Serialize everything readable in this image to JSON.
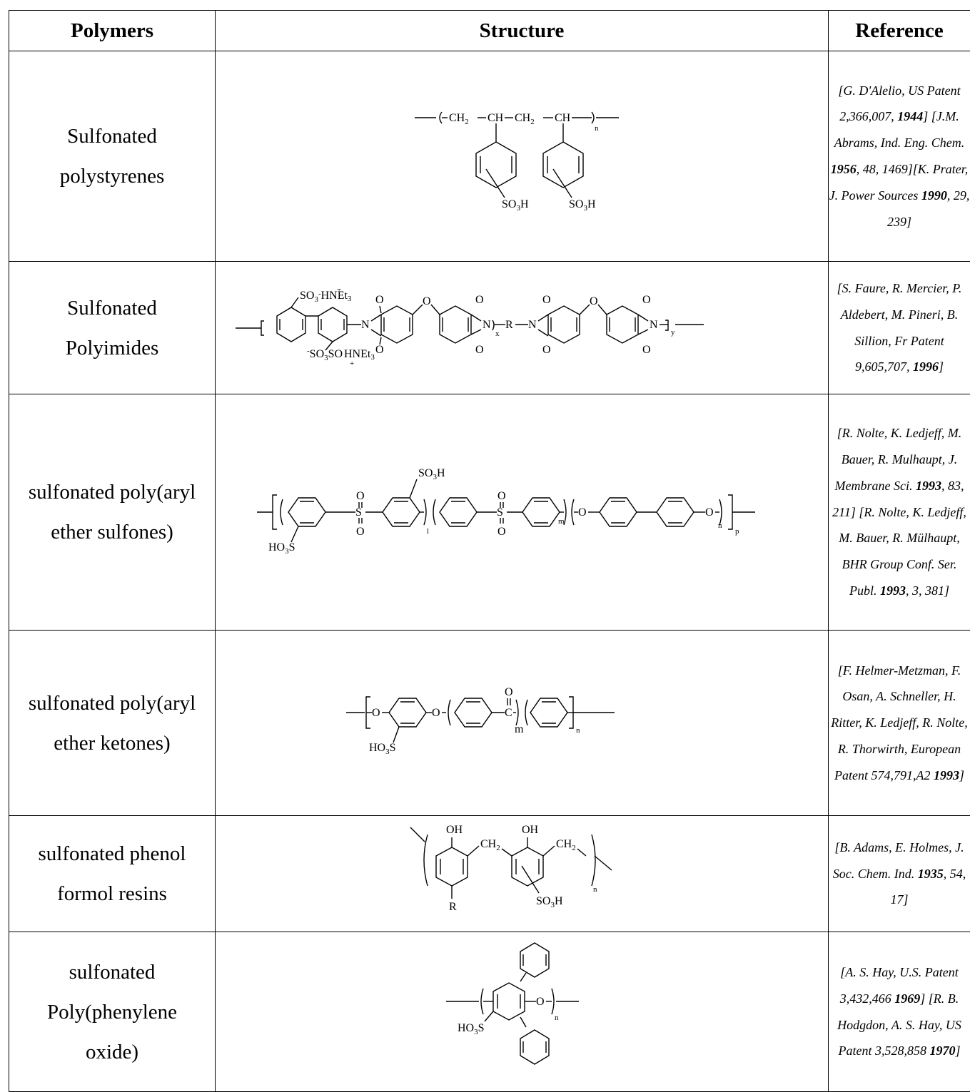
{
  "headers": {
    "polymers": "Polymers",
    "structure": "Structure",
    "reference": "Reference"
  },
  "rows": [
    {
      "name": [
        "Sulfonated",
        "polystyrenes"
      ],
      "ref": [
        {
          "t": "[G. D'Alelio, US Patent 2,366,007, "
        },
        {
          "t": "1944",
          "b": true
        },
        {
          "t": "] [J.M. Abrams, Ind. Eng. Chem. "
        },
        {
          "t": "1956",
          "b": true
        },
        {
          "t": ", 48, 1469][K. Prater, J. Power Sources "
        },
        {
          "t": "1990",
          "b": true
        },
        {
          "t": ", 29, 239]"
        }
      ],
      "labels": {
        "ch2a": "CH",
        "ch": "CH",
        "ch2b": "CH",
        "sub2": "2",
        "n": "n",
        "so3h": "SO",
        "so3h_sub": "3",
        "h": "H"
      }
    },
    {
      "name": [
        "Sulfonated",
        "Polyimides"
      ],
      "ref": [
        {
          "t": "[S. Faure, R. Mercier, P. Aldebert, M. Pineri, B. Sillion, Fr Patent 9,605,707, "
        },
        {
          "t": "1996",
          "b": true
        },
        {
          "t": "]"
        }
      ],
      "labels": {
        "so3": "SO",
        "sub3": "3",
        "minus": "-",
        "hnet": "HNEt",
        "plus": "+",
        "o": "O",
        "n": "N",
        "x": "x",
        "y": "y",
        "r": "R"
      }
    },
    {
      "name": [
        "sulfonated poly(aryl",
        "ether sulfones)"
      ],
      "ref": [
        {
          "t": "[R. Nolte, K. Ledjeff, M. Bauer, R. Mulhaupt, J. Membrane Sci. "
        },
        {
          "t": "1993",
          "b": true
        },
        {
          "t": ", 83, 211] [R. Nolte, K. Ledjeff, M. Bauer, R. Mülhaupt, BHR Group Conf. Ser. Publ. "
        },
        {
          "t": "1993",
          "b": true
        },
        {
          "t": ", 3, 381]"
        }
      ],
      "labels": {
        "so3h": "SO",
        "sub3": "3",
        "h": "H",
        "ho3s": "HO",
        "s": "S",
        "o": "O",
        "l": "l",
        "m": "m",
        "n": "n",
        "p": "p"
      }
    },
    {
      "name": [
        "sulfonated poly(aryl",
        "ether ketones)"
      ],
      "ref": [
        {
          "t": "[F. Helmer-Metzman, F. Osan, A. Schneller, H. Ritter, K. Ledjeff, R. Nolte, R. Thorwirth, European Patent 574,791,A2 "
        },
        {
          "t": "1993",
          "b": true
        },
        {
          "t": "]"
        }
      ],
      "labels": {
        "o": "O",
        "c": "C",
        "m": "m",
        "n": "n",
        "ho3s": "HO",
        "sub3": "3",
        "s": "S"
      }
    },
    {
      "name": [
        "sulfonated phenol",
        "formol resins"
      ],
      "ref": [
        {
          "t": "[B. Adams, E. Holmes, J. Soc. Chem. Ind. "
        },
        {
          "t": "1935",
          "b": true
        },
        {
          "t": ", 54, 17]"
        }
      ],
      "labels": {
        "oh": "OH",
        "ch2": "CH",
        "sub2": "2",
        "r": "R",
        "so3h": "SO",
        "sub3": "3",
        "h": "H",
        "n": "n"
      }
    },
    {
      "name": [
        "sulfonated",
        "Poly(phenylene",
        "oxide)"
      ],
      "ref": [
        {
          "t": "[A. S. Hay, U.S. Patent 3,432,466 "
        },
        {
          "t": "1969",
          "b": true
        },
        {
          "t": "] [R. B. Hodgdon, A. S. Hay, US Patent 3,528,858 "
        },
        {
          "t": "1970",
          "b": true
        },
        {
          "t": "]"
        }
      ],
      "labels": {
        "o": "O",
        "n": "n",
        "ho3s": "HO",
        "sub3": "3",
        "s": "S"
      }
    }
  ]
}
